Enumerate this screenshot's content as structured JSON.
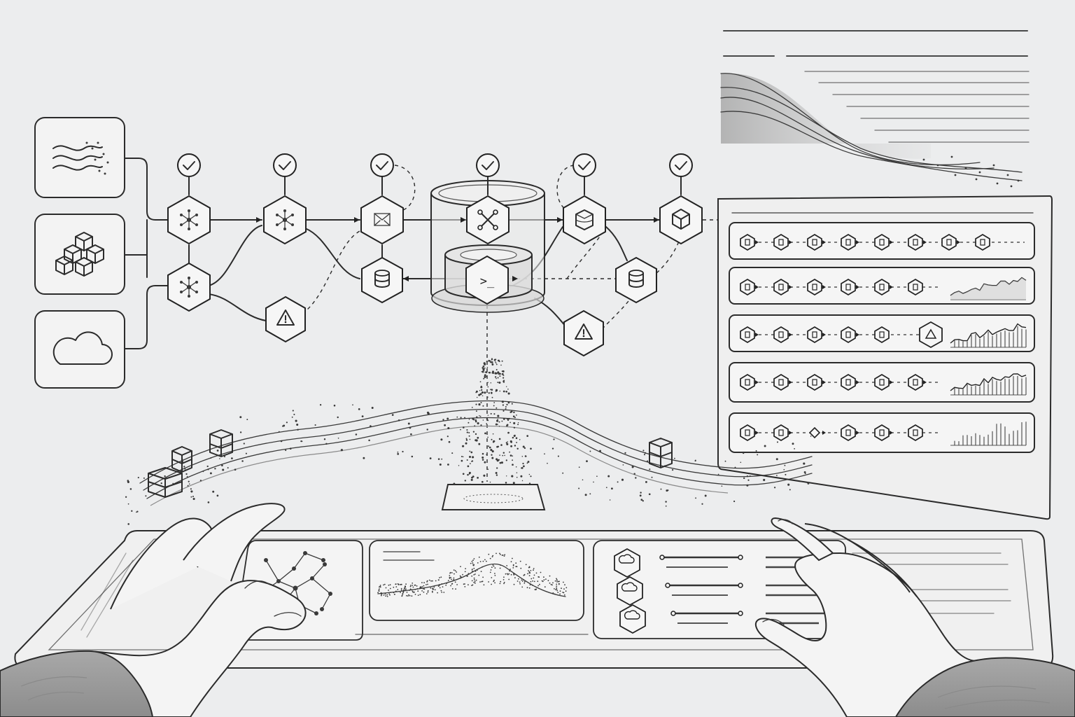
{
  "scene": {
    "kind": "line-illustration",
    "palette": {
      "paper": "#ecedee",
      "ink": "#2b2b2b",
      "shade": "#b8b8b8"
    }
  },
  "sources": [
    {
      "icon": "wave-signal-icon"
    },
    {
      "icon": "cubes-icon"
    },
    {
      "icon": "cloud-icon"
    }
  ],
  "pipeline": {
    "top_nodes": [
      {
        "icon": "hub-icon",
        "status": "check-icon"
      },
      {
        "icon": "hub-icon",
        "status": "check-icon"
      },
      {
        "icon": "envelope-icon",
        "status": "check-icon"
      },
      {
        "icon": "tools-icon",
        "status": "check-icon"
      },
      {
        "icon": "database-icon",
        "status": "check-icon"
      },
      {
        "icon": "cube-icon",
        "status": "check-icon"
      }
    ],
    "bottom_nodes": [
      {
        "icon": "hub-icon"
      },
      {
        "icon": "warning-icon"
      },
      {
        "icon": "database-icon"
      },
      {
        "icon": "terminal-icon"
      },
      {
        "icon": "database-icon"
      },
      {
        "icon": "warning-icon"
      }
    ],
    "terminal_prompt": ">_"
  },
  "right_panel": {
    "rows": [
      {
        "icons": [
          "lock-icon",
          "node-icon",
          "node-icon",
          "node-icon",
          "node-icon",
          "node-icon",
          "node-icon",
          "node-icon"
        ],
        "has_chart": false
      },
      {
        "icons": [
          "lock-icon",
          "node-icon",
          "node-icon",
          "node-icon",
          "node-icon",
          "spark-icon"
        ],
        "has_chart": true,
        "chart_style": "area"
      },
      {
        "icons": [
          "box-icon",
          "box-icon",
          "box-icon",
          "box-icon",
          "box-icon"
        ],
        "has_chart": true,
        "chart_style": "bars",
        "alert_icon": "warning-icon"
      },
      {
        "icons": [
          "box-icon",
          "box-icon",
          "box-icon",
          "box-icon",
          "box-icon",
          "box-icon",
          "spark-icon"
        ],
        "has_chart": true,
        "chart_style": "bars"
      },
      {
        "icons": [
          "spark-icon",
          "node-icon",
          "diamond-icon",
          "node-icon",
          "node-icon",
          "spark-icon"
        ],
        "has_chart": true,
        "chart_style": "spikes"
      }
    ]
  },
  "console": {
    "panels": [
      "graph-view",
      "surface-plot-view",
      "list-view"
    ],
    "list_items": 3
  }
}
